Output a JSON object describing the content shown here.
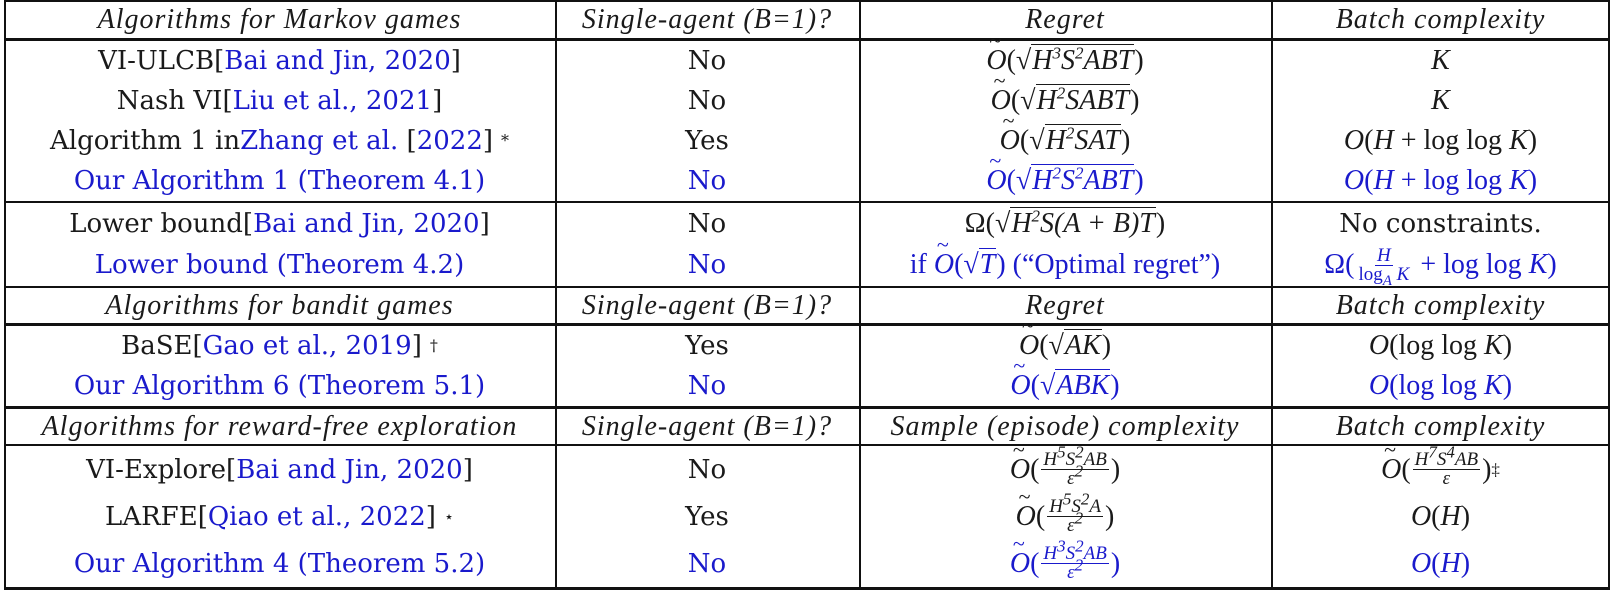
{
  "table": {
    "sections": [
      {
        "header": {
          "col0": "Algorithms for Markov games",
          "col1": "Single-agent (B=1)?",
          "col2": "Regret",
          "col3": "Batch complexity"
        },
        "groups": [
          [
            {
              "name": "VI-ULCB",
              "cite": "Bai and Jin, 2020",
              "cite_style": "bracket",
              "note": "",
              "single_agent": "No",
              "metric": "Õ(√(H³S²ABT))",
              "batch": "K",
              "highlight": false
            },
            {
              "name": "Nash VI",
              "cite": "Liu et al., 2021",
              "cite_style": "bracket",
              "note": "",
              "single_agent": "No",
              "metric": "Õ(√(H²SABT))",
              "batch": "K",
              "highlight": false
            },
            {
              "name": "Algorithm 1 in",
              "cite": "Zhang et al. [2022]",
              "cite_style": "inline",
              "note": "*",
              "single_agent": "Yes",
              "metric": "Õ(√(H²SAT))",
              "batch": "O(H + log log K)",
              "highlight": false
            },
            {
              "name": "Our Algorithm 1 (Theorem 4.1)",
              "cite": "",
              "note": "",
              "single_agent": "No",
              "metric": "Õ(√(H²S²ABT))",
              "batch": "O(H + log log K)",
              "highlight": true
            }
          ],
          [
            {
              "name": "Lower bound",
              "cite": "Bai and Jin, 2020",
              "cite_style": "bracket",
              "note": "",
              "single_agent": "No",
              "metric": "Ω(√(H²S(A+B)T))",
              "batch": "No constraints.",
              "highlight": false
            },
            {
              "name": "Lower bound (Theorem 4.2)",
              "cite": "",
              "note": "",
              "single_agent": "No",
              "metric": "if Õ(√T) (“Optimal regret”)",
              "batch": "Ω(H/log_A K + log log K)",
              "highlight": true
            }
          ]
        ]
      },
      {
        "header": {
          "col0": "Algorithms for bandit games",
          "col1": "Single-agent (B=1)?",
          "col2": "Regret",
          "col3": "Batch complexity"
        },
        "groups": [
          [
            {
              "name": "BaSE",
              "cite": "Gao et al., 2019",
              "cite_style": "bracket",
              "note": "†",
              "single_agent": "Yes",
              "metric": "Õ(√(AK))",
              "batch": "O(log log K)",
              "highlight": false
            },
            {
              "name": "Our Algorithm 6 (Theorem 5.1)",
              "cite": "",
              "note": "",
              "single_agent": "No",
              "metric": "Õ(√(ABK))",
              "batch": "O(log log K)",
              "highlight": true
            }
          ]
        ]
      },
      {
        "header": {
          "col0": "Algorithms for reward-free exploration",
          "col1": "Single-agent (B=1)?",
          "col2": "Sample (episode) complexity",
          "col3": "Batch complexity"
        },
        "groups": [
          [
            {
              "name": "VI-Explore",
              "cite": "Bai and Jin, 2020",
              "cite_style": "bracket",
              "note": "",
              "single_agent": "No",
              "metric": "Õ(H⁵S²AB/ε²)",
              "batch": "Õ(H⁷S⁴AB/ε)‡",
              "highlight": false
            },
            {
              "name": "LARFE",
              "cite": "Qiao et al., 2022",
              "cite_style": "bracket",
              "note": "⋆",
              "single_agent": "Yes",
              "metric": "Õ(H⁵S²A/ε²)",
              "batch": "O(H)",
              "highlight": false
            },
            {
              "name": "Our Algorithm 4 (Theorem 5.2)",
              "cite": "",
              "note": "",
              "single_agent": "No",
              "metric": "Õ(H³S²AB/ε²)",
              "batch": "O(H)",
              "highlight": true
            }
          ]
        ]
      }
    ],
    "colors": {
      "text": "#1a1a1a",
      "highlight": "#1a1acc",
      "rule": "#111111"
    }
  },
  "labels": {
    "r0": {
      "pre": "VI-ULCB ",
      "cite": "Bai and Jin, 2020"
    },
    "r1": {
      "pre": "Nash VI ",
      "cite": "Liu et al., 2021"
    },
    "r2": {
      "pre": "Algorithm 1 in ",
      "cite": "Zhang et al.",
      "year": "2022",
      "note": "*"
    },
    "r3": {
      "text": "Our Algorithm 1 (Theorem 4.1)"
    },
    "r4": {
      "pre": "Lower bound ",
      "cite": "Bai and Jin, 2020"
    },
    "r5": {
      "text": "Lower bound (Theorem 4.2)"
    },
    "r6": {
      "pre": "BaSE ",
      "cite": "Gao et al., 2019",
      "note": "†"
    },
    "r7": {
      "text": "Our Algorithm 6 (Theorem 5.1)"
    },
    "r8": {
      "pre": "VI-Explore ",
      "cite": "Bai and Jin, 2020"
    },
    "r9": {
      "pre": "LARFE ",
      "cite": "Qiao et al., 2022",
      "note": "⋆"
    },
    "r10": {
      "text": "Our Algorithm 4 (Theorem 5.2)"
    }
  }
}
